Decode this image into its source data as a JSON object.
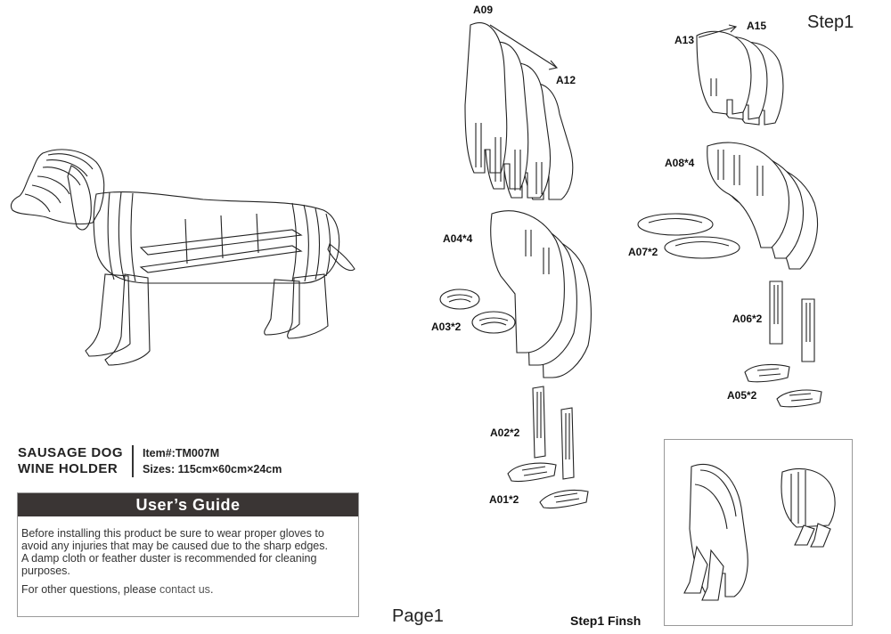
{
  "header": {
    "step_label": "Step1"
  },
  "product": {
    "name_line1": "SAUSAGE DOG",
    "name_line2": "WINE HOLDER",
    "item_number": "Item#:TM007M",
    "sizes": "Sizes: 115cm×60cm×24cm"
  },
  "guide": {
    "title": "User’s Guide",
    "line1": "Before installing this product be sure to wear proper gloves to",
    "line2": "avoid any injuries that may be caused due to the sharp edges.",
    "line3": "A damp cloth or feather duster is recommended for cleaning",
    "line4": "purposes.",
    "contact_prefix": "For other questions, please ",
    "contact_link": "contact us",
    "contact_suffix": "."
  },
  "parts": {
    "a09": "A09",
    "a12": "A12",
    "a13": "A13",
    "a15": "A15",
    "a08": "A08*4",
    "a07": "A07*2",
    "a04": "A04*4",
    "a03": "A03*2",
    "a06": "A06*2",
    "a05": "A05*2",
    "a02": "A02*2",
    "a01": "A01*2"
  },
  "footer": {
    "page_label": "Page1",
    "finish_label": "Step1 Finsh"
  }
}
